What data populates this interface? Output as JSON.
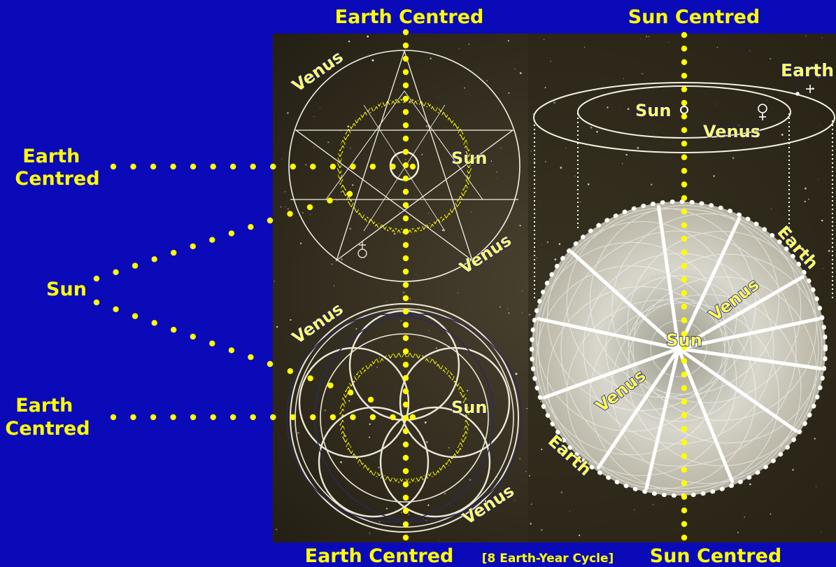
{
  "colors": {
    "background": "#0a0ab8",
    "label": "#ffff00",
    "panel": "#3a3320",
    "line": "#f4f1e4"
  },
  "top_titles": {
    "left": "Earth Centred",
    "right": "Sun Centred"
  },
  "bottom_titles": {
    "left": "Earth Centred",
    "middle": "[8 Earth-Year Cycle]",
    "right": "Sun Centred"
  },
  "side_labels": {
    "upper": [
      "Earth",
      "Centred"
    ],
    "sun": "Sun",
    "lower": [
      "Earth",
      "Centred"
    ]
  },
  "upper_panel": {
    "venus_top": "Venus",
    "sun": "Sun",
    "venus_bottom": "Venus",
    "planet_icons": [
      "mercury-symbol-icon"
    ]
  },
  "lower_panel": {
    "venus_top": "Venus",
    "sun": "Sun",
    "venus_bottom": "Venus"
  },
  "right_panel": {
    "earth_top": "Earth",
    "sun_orbit": "Sun",
    "venus_orbit": "Venus",
    "earth_disk_upper": "Earth",
    "venus_disk_upper": "Venus",
    "sun_center": "Sun",
    "venus_disk_lower": "Venus",
    "earth_disk_lower": "Earth",
    "planet_icons": [
      "venus-symbol-icon"
    ]
  }
}
